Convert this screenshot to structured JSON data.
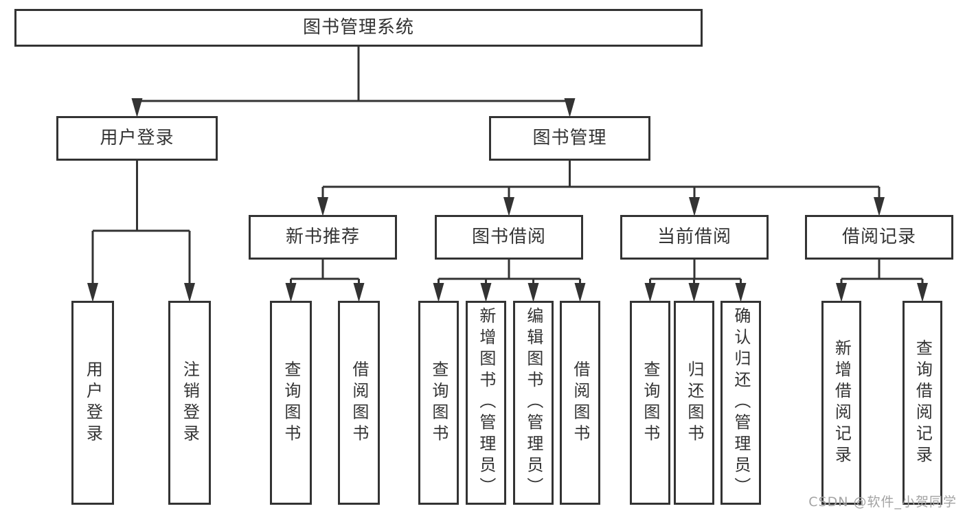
{
  "diagram": {
    "watermark": "CSDN @软件_小贺同学",
    "colors": {
      "line": "#333333",
      "box_border": "#333333",
      "box_fill": "#ffffff",
      "text": "#333333",
      "watermark": "#a3a3a3"
    },
    "nodes": [
      {
        "id": "root",
        "label": "图书管理系统",
        "parent": null
      },
      {
        "id": "user-login",
        "label": "用户登录",
        "parent": "root"
      },
      {
        "id": "book-mgmt",
        "label": "图书管理",
        "parent": "root"
      },
      {
        "id": "new-book-rec",
        "label": "新书推荐",
        "parent": "book-mgmt"
      },
      {
        "id": "book-borrow",
        "label": "图书借阅",
        "parent": "book-mgmt"
      },
      {
        "id": "current-borrow",
        "label": "当前借阅",
        "parent": "book-mgmt"
      },
      {
        "id": "borrow-records",
        "label": "借阅记录",
        "parent": "book-mgmt"
      },
      {
        "id": "leaf-user-login",
        "label": "用户登录",
        "parent": "user-login"
      },
      {
        "id": "leaf-logout",
        "label": "注销登录",
        "parent": "user-login"
      },
      {
        "id": "leaf-nbr-query",
        "label": "查询图书",
        "parent": "new-book-rec"
      },
      {
        "id": "leaf-nbr-borrow",
        "label": "借阅图书",
        "parent": "new-book-rec"
      },
      {
        "id": "leaf-bb-query",
        "label": "查询图书",
        "parent": "book-borrow"
      },
      {
        "id": "leaf-bb-add",
        "label": "新增图书（管理员）",
        "parent": "book-borrow"
      },
      {
        "id": "leaf-bb-edit",
        "label": "编辑图书（管理员）",
        "parent": "book-borrow"
      },
      {
        "id": "leaf-bb-borrow",
        "label": "借阅图书",
        "parent": "book-borrow"
      },
      {
        "id": "leaf-cb-query",
        "label": "查询图书",
        "parent": "current-borrow"
      },
      {
        "id": "leaf-cb-return",
        "label": "归还图书",
        "parent": "current-borrow"
      },
      {
        "id": "leaf-cb-confirm",
        "label": "确认归还（管理员）",
        "parent": "current-borrow"
      },
      {
        "id": "leaf-br-add",
        "label": "新增借阅记录",
        "parent": "borrow-records"
      },
      {
        "id": "leaf-br-query",
        "label": "查询借阅记录",
        "parent": "borrow-records"
      }
    ]
  }
}
